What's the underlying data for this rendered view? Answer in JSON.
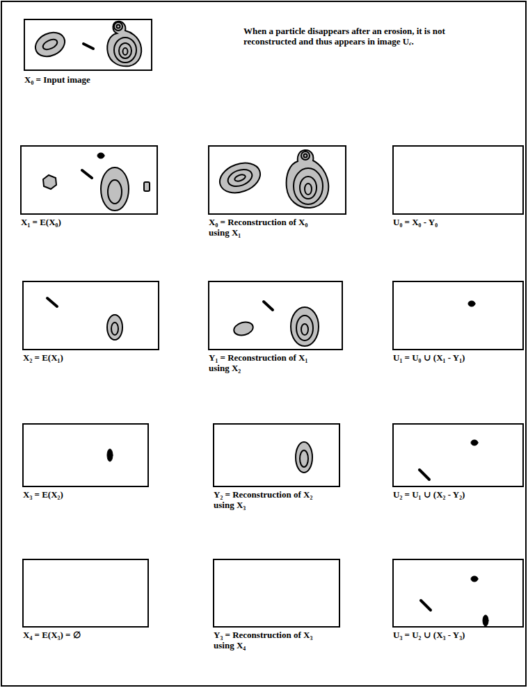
{
  "diagram": {
    "labels": [
      "When a particle disappears after an erosion, it is not reconstructed and thus appears in image Uᵣ.",
      "X₀ = Input image",
      "X₁ = E(X₀)",
      "X₀ = Reconstruction of X₀ using X₁",
      "U₀ = X₀ - Y₀",
      "X₂ = E(X₁)",
      "Y₁ = Reconstruction of X₁ using X₂",
      "U₁ = U₀ ∪ (X₁ - Y₁)",
      "X₃ = E(X₂)",
      "Y₂ = Reconstruction of X₂ using X₃",
      "U₂ = U₁ ∪ (X₂ - Y₂)",
      "X₄ = E(X₃) = ∅",
      "Y₃ = Reconstruction of X₃ using X₄",
      "U₃ = U₂ ∪ (X₃ - Y₃)"
    ]
  }
}
